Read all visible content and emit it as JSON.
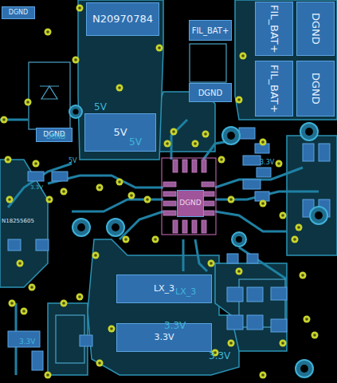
{
  "diagram": {
    "nodes": [
      {
        "text": [
          "DGND"
        ]
      },
      {
        "text": [
          "N20970784"
        ]
      },
      {
        "text": [
          "FIL_BAT+"
        ]
      },
      {
        "text": [
          "DGND"
        ]
      },
      {
        "text": [
          "FIL_BAT+"
        ]
      },
      {
        "text": [
          "DGND"
        ]
      },
      {
        "text": [
          "FIL_BAT+"
        ]
      },
      {
        "text": [
          "DGND"
        ]
      },
      {
        "text": [
          "5V"
        ]
      },
      {
        "text": [
          "DGND"
        ]
      },
      {
        "text": [
          "DGND"
        ]
      },
      {
        "text": [
          "LX_3"
        ]
      },
      {
        "text": [
          "3.3V"
        ]
      }
    ],
    "labels": [
      "5V",
      "5V",
      "5V",
      "3.3V",
      "N18255605",
      "LX_3",
      "3.3V",
      "3.3V",
      "3.3V",
      "DGND",
      "3.3V"
    ]
  }
}
